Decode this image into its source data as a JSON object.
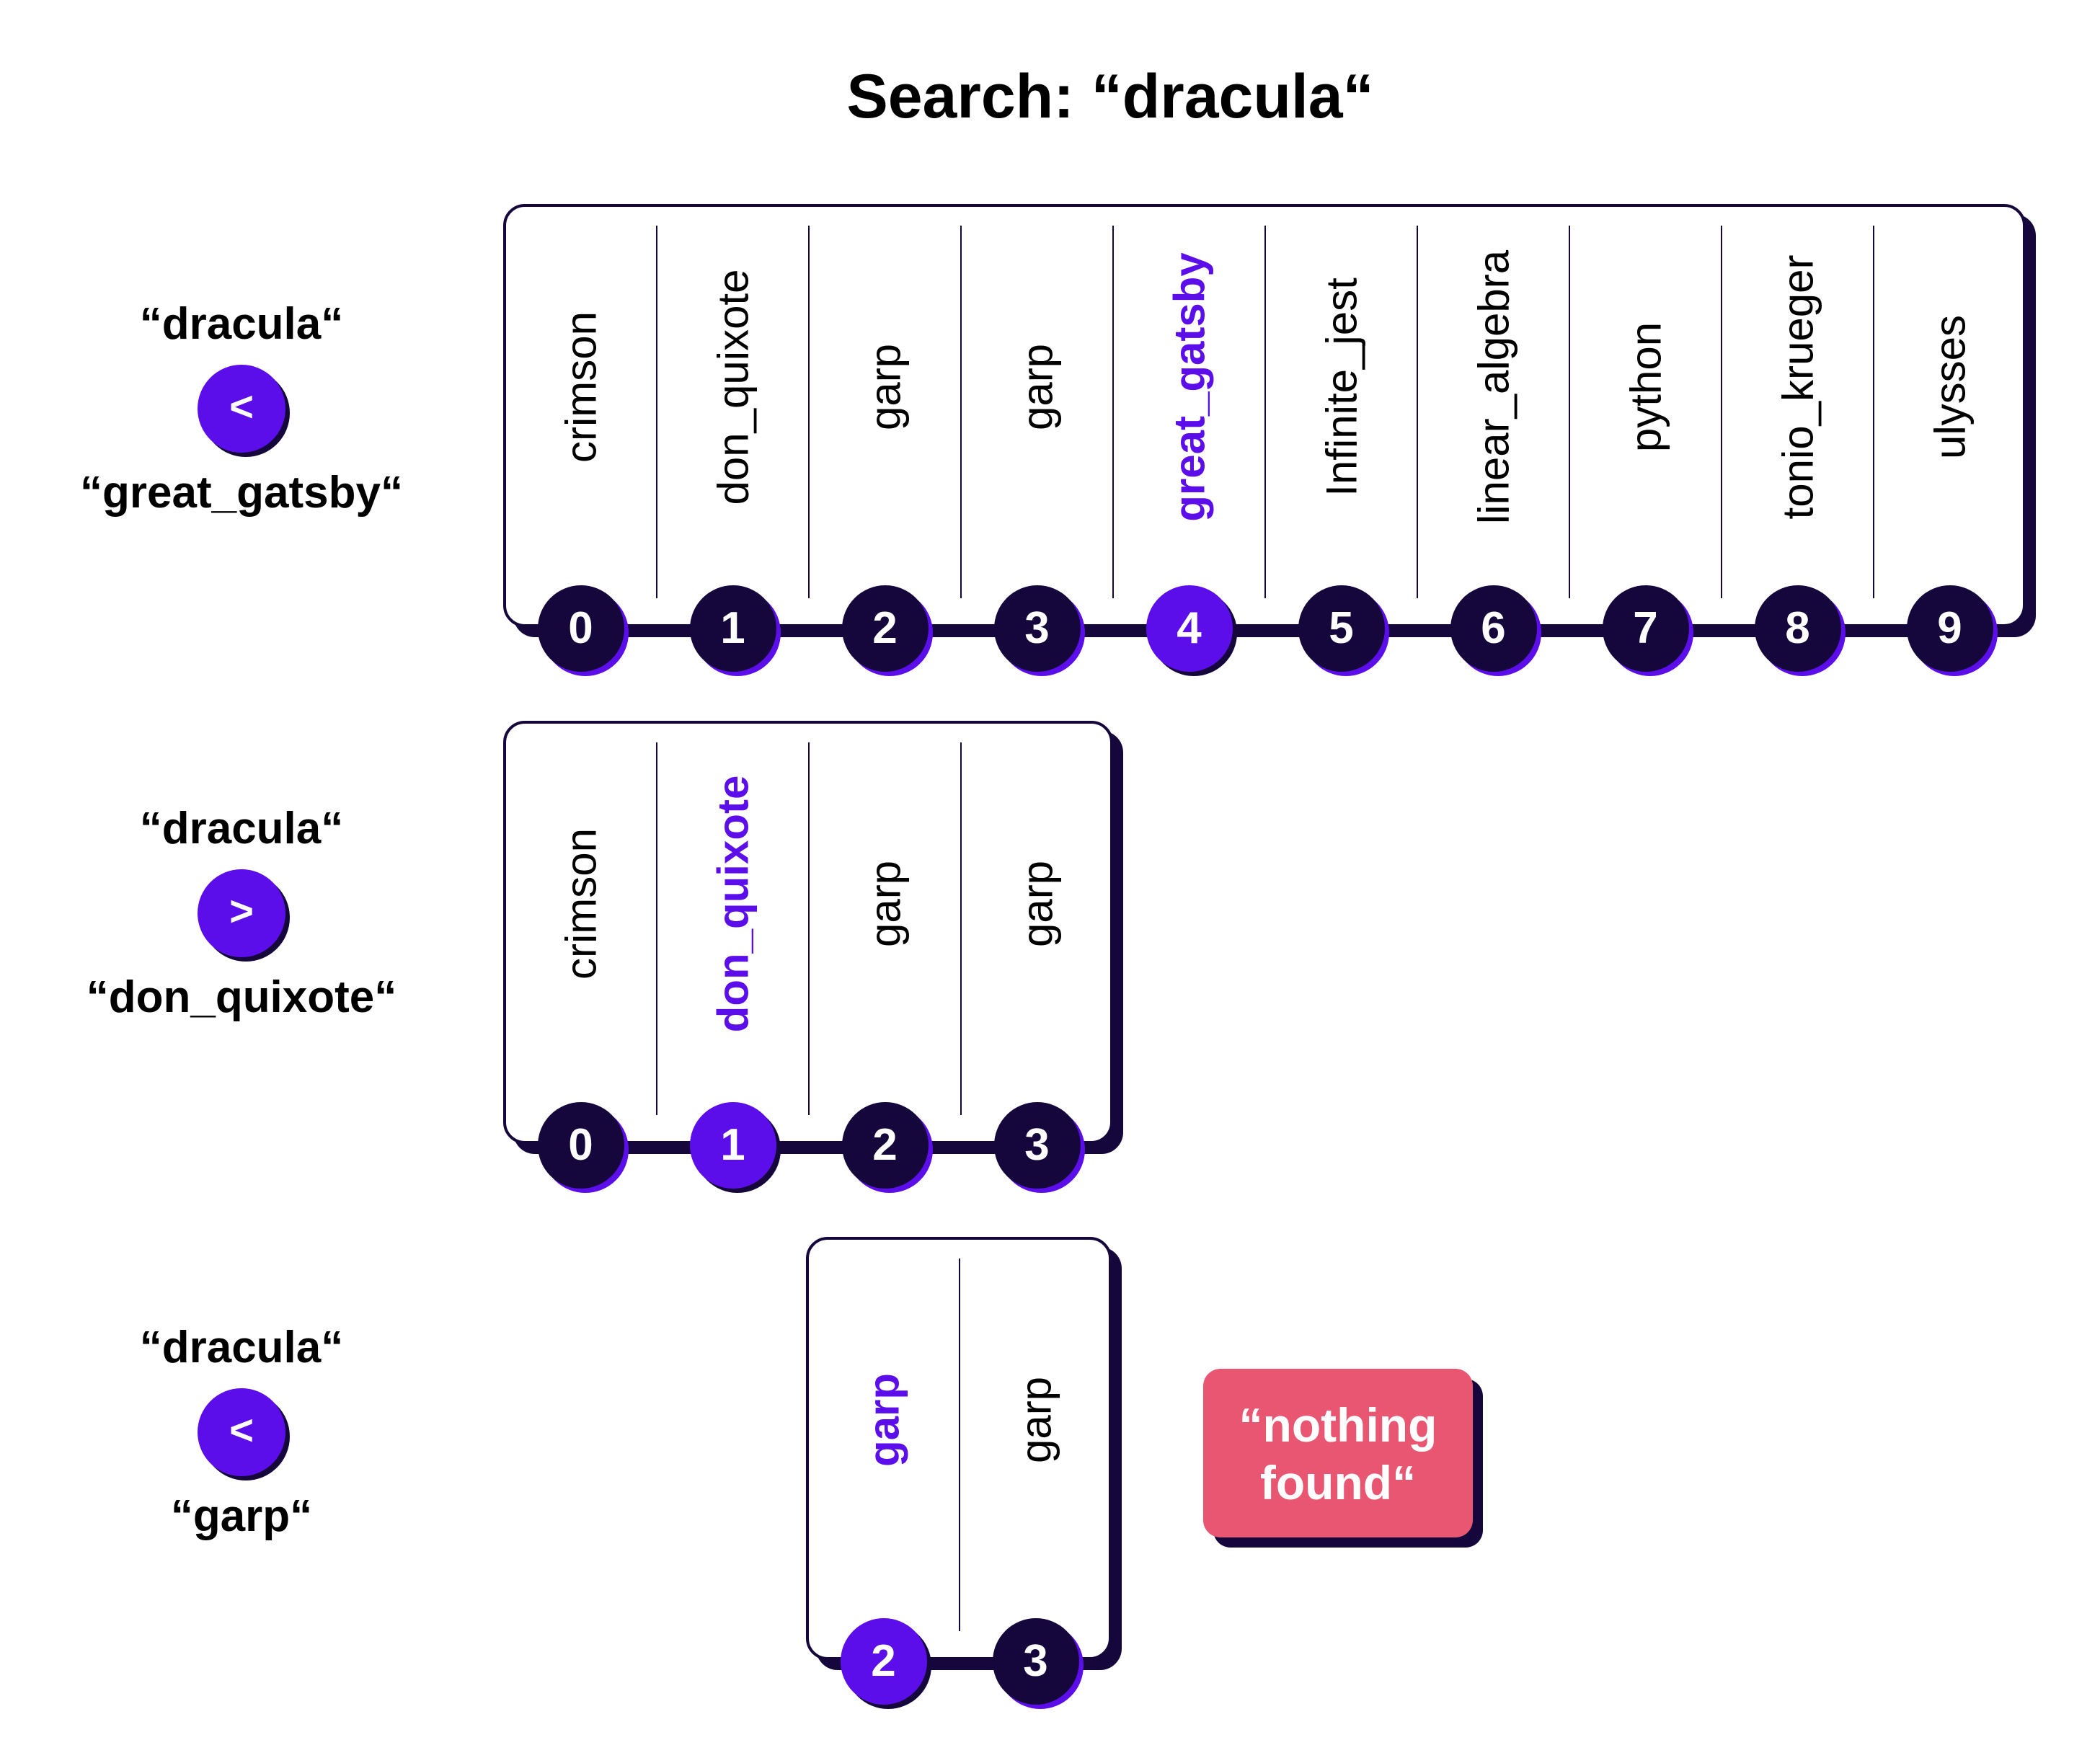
{
  "title": "Search: “dracula“",
  "steps": [
    {
      "left": "“dracula“",
      "operator": "<",
      "right": "“great_gatsby“",
      "items": [
        "crimson",
        "don_quixote",
        "garp",
        "garp",
        "great_gatsby",
        "Infinite_jest",
        "linear_algebra",
        "python",
        "tonio_krueger",
        "ulysses"
      ],
      "indices": [
        "0",
        "1",
        "2",
        "3",
        "4",
        "5",
        "6",
        "7",
        "8",
        "9"
      ],
      "highlight": 4
    },
    {
      "left": "“dracula“",
      "operator": ">",
      "right": "“don_quixote“",
      "items": [
        "crimson",
        "don_quixote",
        "garp",
        "garp"
      ],
      "indices": [
        "0",
        "1",
        "2",
        "3"
      ],
      "highlight": 1
    },
    {
      "left": "“dracula“",
      "operator": "<",
      "right": "“garp“",
      "items": [
        "garp",
        "garp"
      ],
      "indices": [
        "2",
        "3"
      ],
      "highlight": 0
    }
  ],
  "result": {
    "line1": "“nothing",
    "line2": "found“"
  },
  "colors": {
    "accent": "#5b0eea",
    "dark": "#15063b",
    "result": "#e85672"
  }
}
